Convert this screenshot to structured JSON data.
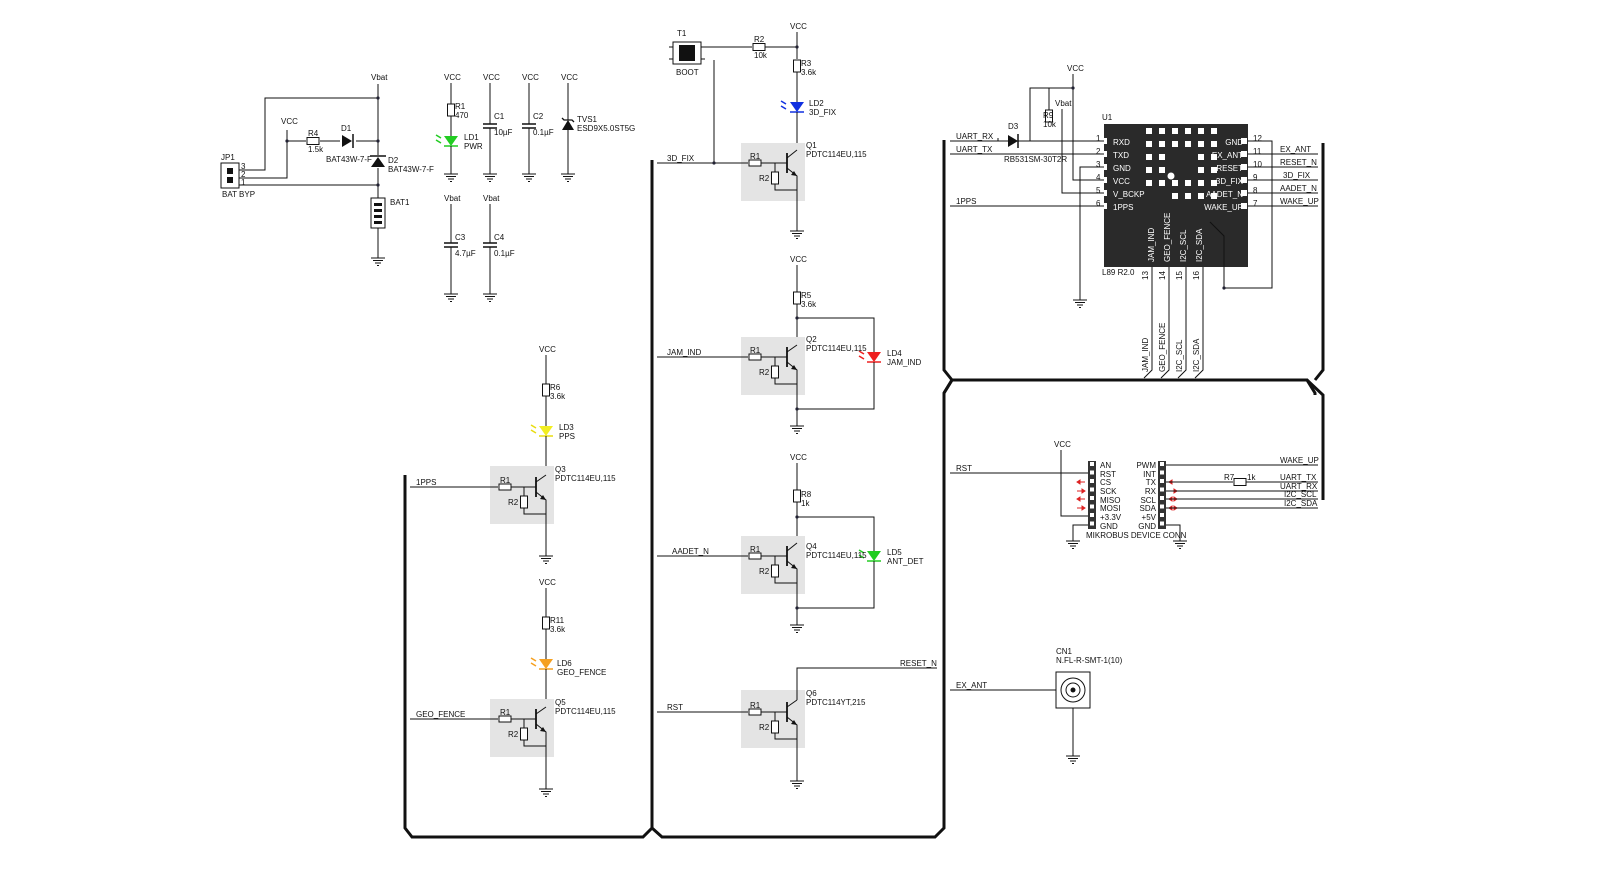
{
  "labels": {
    "vcc": "VCC",
    "vbat": "Vbat",
    "jp1": "JP1",
    "jp1_name": "BAT BYP",
    "jp1_p1": "1",
    "jp1_p2": "2",
    "jp1_p3": "3",
    "r4": "R4",
    "r4_val": "1.5k",
    "d1": "D1",
    "d1_part": "BAT43W-7-F",
    "d2": "D2",
    "d2_part": "BAT43W-7-F",
    "bat1": "BAT1",
    "r1": "R1",
    "r1_val": "470",
    "ld1": "LD1",
    "ld1_name": "PWR",
    "c1": "C1",
    "c1_val": "10µF",
    "c2": "C2",
    "c2_val": "0.1µF",
    "tvs1": "TVS1",
    "tvs1_part": "ESD9X5.0ST5G",
    "c3": "C3",
    "c3_val": "4.7µF",
    "c4": "C4",
    "c4_val": "0.1µF",
    "t1": "T1",
    "t1_name": "BOOT",
    "r2": "R2",
    "r2_val": "10k",
    "r3": "R3",
    "r3_val": "3.6k",
    "ld2": "LD2",
    "ld2_name": "3D_FIX",
    "q1": "Q1",
    "q_part": "PDTC114EU,115",
    "q_r1": "R1",
    "q_r2": "R2",
    "net_3dfix": "3D_FIX",
    "r5": "R5",
    "r5_val": "3.6k",
    "q2": "Q2",
    "ld4": "LD4",
    "ld4_name": "JAM_IND",
    "net_jamind": "JAM_IND",
    "r6": "R6",
    "r6_val": "3.6k",
    "ld3": "LD3",
    "ld3_name": "PPS",
    "q3": "Q3",
    "net_1pps": "1PPS",
    "r8": "R8",
    "r8_val": "1k",
    "q4": "Q4",
    "ld5": "LD5",
    "ld5_name": "ANT_DET",
    "net_aadet": "AADET_N",
    "r11": "R11",
    "r11_val": "3.6k",
    "ld6": "LD6",
    "ld6_name": "GEO_FENCE",
    "q5": "Q5",
    "net_geofence": "GEO_FENCE",
    "q6": "Q6",
    "q6_part": "PDTC114YT,215",
    "net_rst": "RST",
    "net_reset": "RESET_N",
    "d3": "D3",
    "d3_part": "RB531SM-30T2R",
    "r9": "R9",
    "r9_val": "10k",
    "u1": "U1",
    "u1_part": "L89 R2.0",
    "net_uart_rx": "UART_RX",
    "net_uart_tx": "UART_TX",
    "net_ex_ant": "EX_ANT",
    "net_reset_n": "RESET_N",
    "net_aadet_n": "AADET_N",
    "net_wake_up": "WAKE_UP",
    "net_i2c_scl": "I2C_SCL",
    "net_i2c_sda": "I2C_SDA",
    "r7": "R7",
    "r7_val": "1k",
    "mikrobus": "MIKROBUS DEVICE CONN",
    "cn1": "CN1",
    "cn1_part": "N.FL-R-SMT-1(10)"
  },
  "u1_left_pins": [
    {
      "num": "1",
      "name": "RXD"
    },
    {
      "num": "2",
      "name": "TXD"
    },
    {
      "num": "3",
      "name": "GND"
    },
    {
      "num": "4",
      "name": "VCC"
    },
    {
      "num": "5",
      "name": "V_BCKP"
    },
    {
      "num": "6",
      "name": "1PPS"
    }
  ],
  "u1_right_pins": [
    {
      "num": "12",
      "name": "GND"
    },
    {
      "num": "11",
      "name": "EX_ANT"
    },
    {
      "num": "10",
      "name": "RESET"
    },
    {
      "num": "9",
      "name": "3D_FIX"
    },
    {
      "num": "8",
      "name": "AADET_N"
    },
    {
      "num": "7",
      "name": "WAKE_UP"
    }
  ],
  "u1_bottom_pins": [
    {
      "num": "13",
      "name": "JAM_IND"
    },
    {
      "num": "14",
      "name": "GEO_FENCE"
    },
    {
      "num": "15",
      "name": "I2C_SCL"
    },
    {
      "num": "16",
      "name": "I2C_SDA"
    }
  ],
  "mikrobus_left": [
    "AN",
    "RST",
    "CS",
    "SCK",
    "MISO",
    "MOSI",
    "+3.3V",
    "GND"
  ],
  "mikrobus_right": [
    "PWM",
    "INT",
    "TX",
    "RX",
    "SCL",
    "SDA",
    "+5V",
    "GND"
  ],
  "colors": {
    "led_pwr": "#22cc22",
    "led_3dfix": "#1030e0",
    "led_jam": "#ee2020",
    "led_pps": "#f2ee20",
    "led_antdet": "#22cc22",
    "led_geofence": "#f5a020",
    "shade": "#e4e4e4",
    "chip": "#2a2a2a",
    "arrow": "#dd2222"
  }
}
